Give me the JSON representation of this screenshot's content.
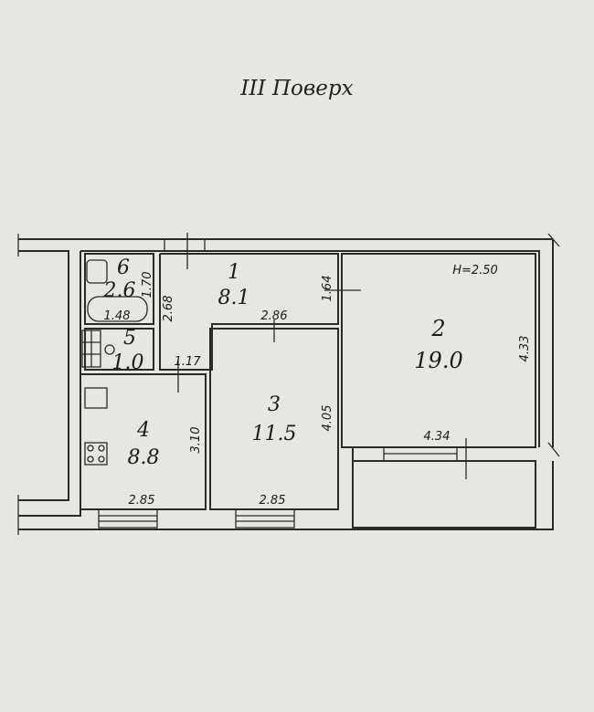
{
  "title": "III Поверх",
  "height_label": "H=2.50",
  "rooms": [
    {
      "number": "1",
      "area": "8.1"
    },
    {
      "number": "2",
      "area": "19.0"
    },
    {
      "number": "3",
      "area": "11.5"
    },
    {
      "number": "4",
      "area": "8.8"
    },
    {
      "number": "5",
      "area": "1.0"
    },
    {
      "number": "6",
      "area": "2.6"
    }
  ],
  "dimensions": {
    "d170": "1.70",
    "d148": "1.48",
    "d268": "2.68",
    "d164": "1.64",
    "d286": "2.86",
    "d117": "1.17",
    "d433": "4.33",
    "d405": "4.05",
    "d310": "3.10",
    "d434": "4.34",
    "d285a": "2.85",
    "d285b": "2.85"
  }
}
